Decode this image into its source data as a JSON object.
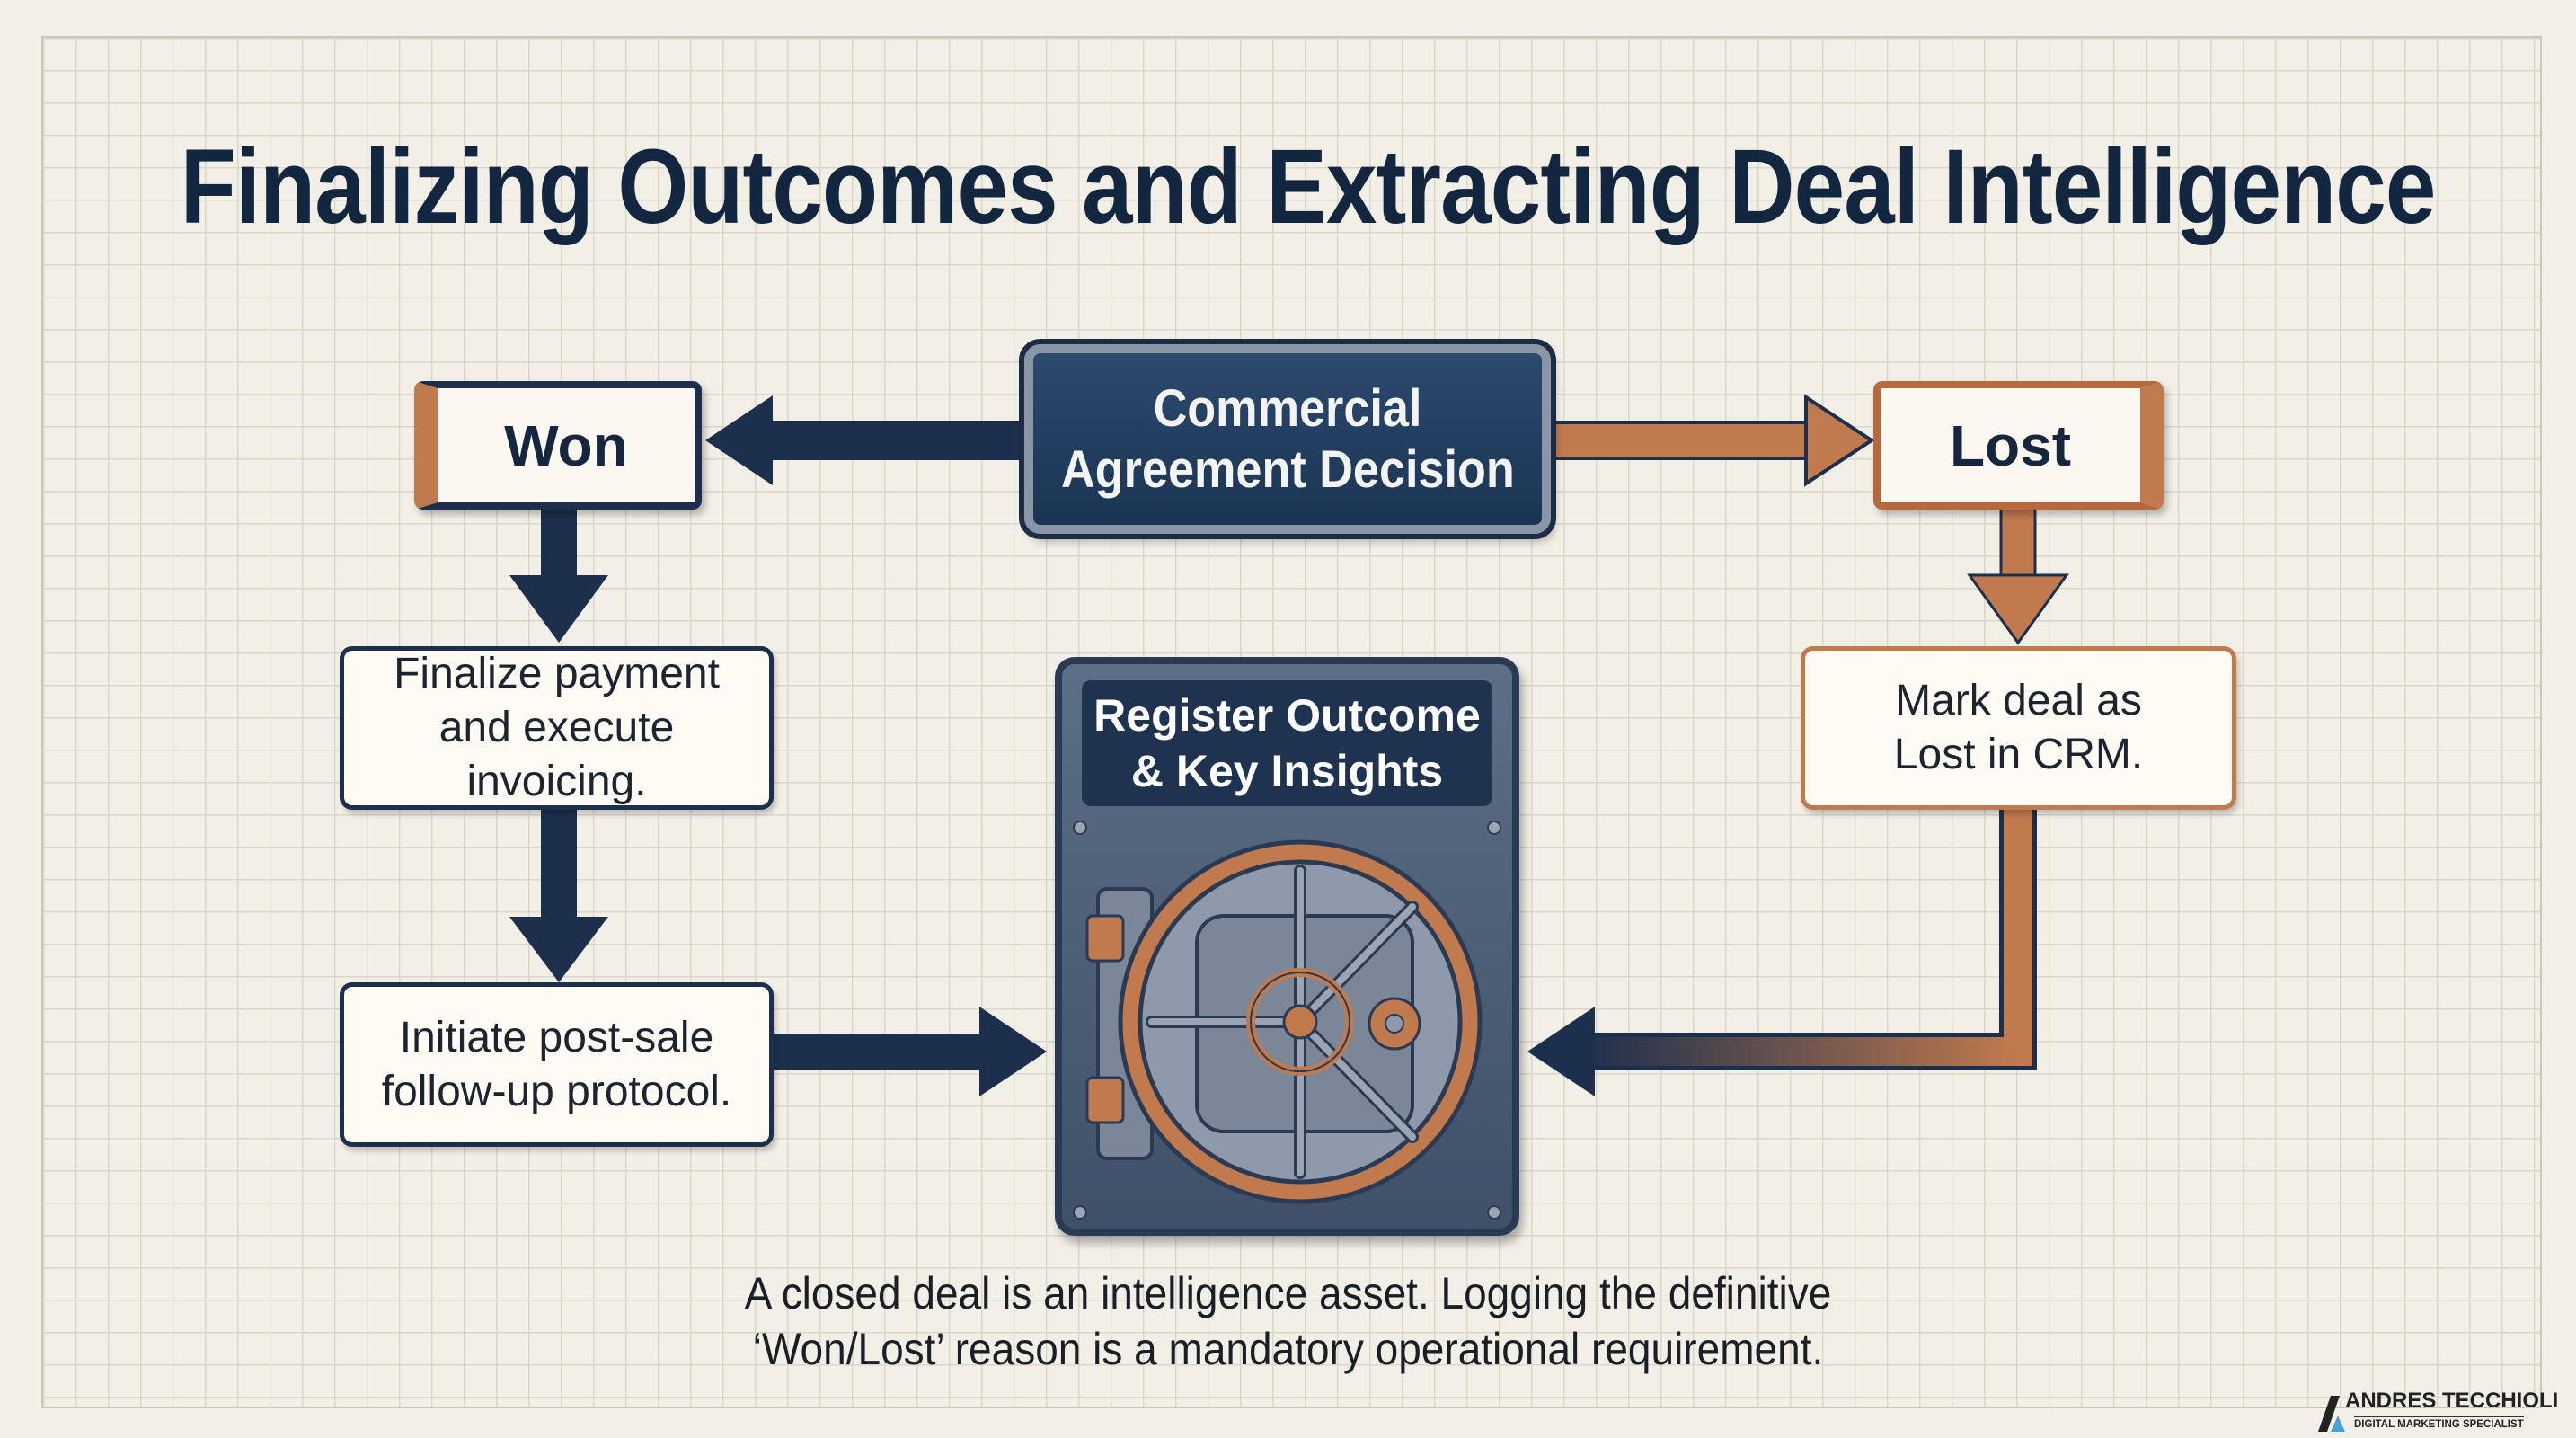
{
  "title": "Finalizing Outcomes and Extracting Deal Intelligence",
  "decision": {
    "line1": "Commercial",
    "line2": "Agreement Decision"
  },
  "won": {
    "label": "Won",
    "step1": "Finalize payment and execute invoicing.",
    "step2": "Initiate post-sale follow-up protocol."
  },
  "lost": {
    "label": "Lost",
    "step1": "Mark deal as Lost in CRM."
  },
  "vault": {
    "line1": "Register Outcome",
    "line2": "& Key Insights"
  },
  "caption": {
    "line1": "A closed deal is an intelligence asset. Logging the definitive",
    "line2": "‘Won/Lost’ reason is a mandatory operational requirement."
  },
  "logo": {
    "name": "ANDRES TECCHIOLI",
    "subtitle": "DIGITAL MARKETING SPECIALIST"
  },
  "colors": {
    "navy": "#1c304d",
    "copper": "#c07a4e",
    "paper": "#f2f0e6"
  }
}
